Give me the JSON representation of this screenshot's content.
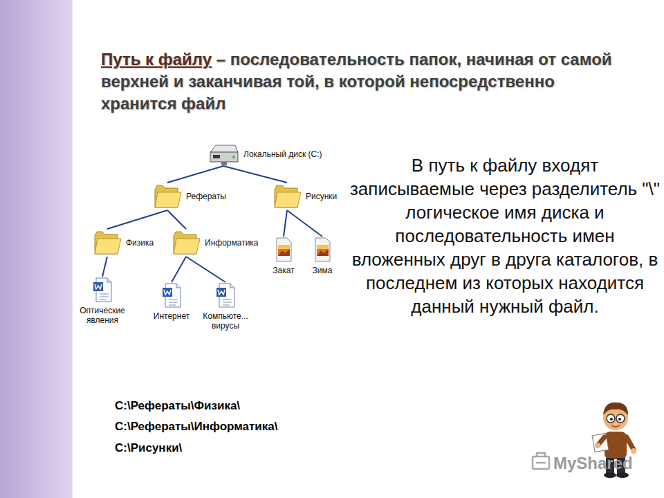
{
  "diagram": {
    "title": "Путь к файлу",
    "nodes": [
      {
        "text": [
          "Локальный диск (С:)"
        ]
      },
      {
        "text": [
          "Рефераты"
        ]
      },
      {
        "text": [
          "Физика"
        ]
      },
      {
        "text": [
          "Оптические явления"
        ]
      },
      {
        "text": [
          "Информатика"
        ]
      },
      {
        "text": [
          "Интернет"
        ]
      },
      {
        "text": [
          "Компьюте... вирусы"
        ]
      },
      {
        "text": [
          "Рисунки"
        ]
      },
      {
        "text": [
          "Закат"
        ]
      },
      {
        "text": [
          "Зима"
        ]
      }
    ],
    "edges": [
      {
        "from": 0,
        "to": 1,
        "arrow": "none"
      },
      {
        "from": 0,
        "to": 7,
        "arrow": "none"
      },
      {
        "from": 1,
        "to": 2,
        "arrow": "none"
      },
      {
        "from": 1,
        "to": 4,
        "arrow": "none"
      },
      {
        "from": 2,
        "to": 3,
        "arrow": "none"
      },
      {
        "from": 4,
        "to": 5,
        "arrow": "none"
      },
      {
        "from": 4,
        "to": 6,
        "arrow": "none"
      },
      {
        "from": 7,
        "to": 8,
        "arrow": "none"
      },
      {
        "from": 7,
        "to": 9,
        "arrow": "none"
      }
    ],
    "labels": [
      "– последовательность папок, начиная от самой верхней и заканчивая той, в которой непосредственно хранится файл",
      "В путь к файлу входят записываемые через разделитель \"\\\" логическое имя диска и последовательность имен вложенных друг в друга каталогов, в последнем из которых находится данный нужный файл.",
      "С:\\Рефераты\\Физика\\",
      "С:\\Рефераты\\Информатика\\",
      "С:\\Рисунки\\",
      "MyShared"
    ]
  }
}
